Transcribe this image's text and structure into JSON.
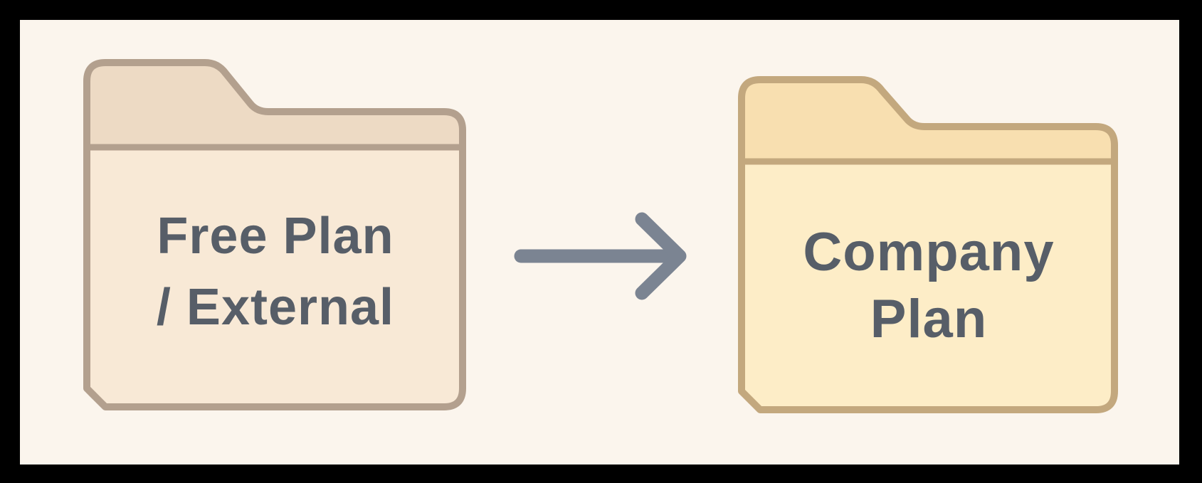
{
  "diagram": {
    "description": "Folder migration diagram: Free Plan / External folder moves to Company Plan folder",
    "frame_color": "#000000",
    "background_color": "#fbf5ed",
    "text_color": "#575e68",
    "arrow": {
      "direction": "right",
      "color": "#7b8492"
    },
    "source_folder": {
      "label": "Free Plan / External",
      "label_line1": "Free Plan",
      "label_line2": "/ External",
      "tab_color": "#eddac4",
      "body_color": "#f8e9d6",
      "border_color": "#b3a08e"
    },
    "target_folder": {
      "label": "Company Plan",
      "label_line1": "Company",
      "label_line2": "Plan",
      "tab_color": "#f8dfb0",
      "body_color": "#fdedc7",
      "border_color": "#c3a87e"
    }
  }
}
